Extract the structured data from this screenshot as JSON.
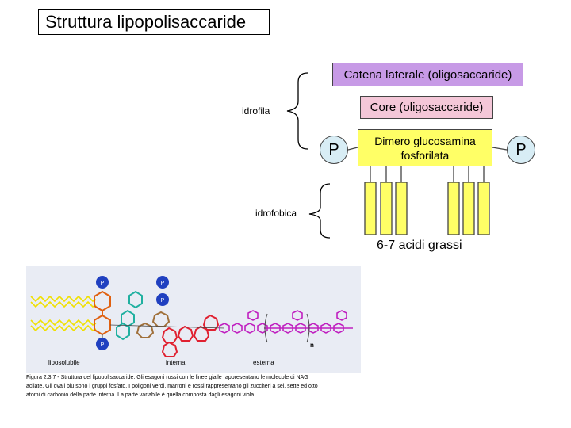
{
  "title": "Struttura lipopolisaccaride",
  "boxes": {
    "side_chain": "Catena laterale (oligosaccaride)",
    "core": "Core (oligosaccaride)",
    "dimer_line1": "Dimero glucosamina",
    "dimer_line2": "fosforilata"
  },
  "phosphate_label": "P",
  "labels": {
    "hydrophilic": "idrofila",
    "hydrophobic": "idrofobica",
    "fatty_acids": "6-7 acidi grassi"
  },
  "panel": {
    "liposoluble": "liposolubile",
    "inner": "interna",
    "outer": "esterna",
    "repeat": "n",
    "phosphate": "P"
  },
  "caption": {
    "line1": "Figura 2.3.7 - Struttura del lipopolisaccaride. Gli esagoni rossi con le linee gialle rappresentano le molecole di NAG",
    "line2": "acilate. Gli ovali blu sono i gruppi fosfato. I poligoni verdi, marroni e rossi rappresentano gli zuccheri a sei, sette ed otto",
    "line3": "atomi di carbonio della parte interna. La parte variabile è quella composta dagli esagoni viola"
  },
  "colors": {
    "side_chain": "#c79ae6",
    "core": "#f4c7d8",
    "dimer": "#ffff66",
    "phosphate": "#d8edf5",
    "nag": "#e06010",
    "hexose_green": "#20b0a0",
    "heptose_brown": "#a0703a",
    "octose_red": "#e02030",
    "variable_violet": "#c020c0",
    "phosphate_blue": "#2040c0",
    "lipid_yellow": "#f0e000"
  }
}
